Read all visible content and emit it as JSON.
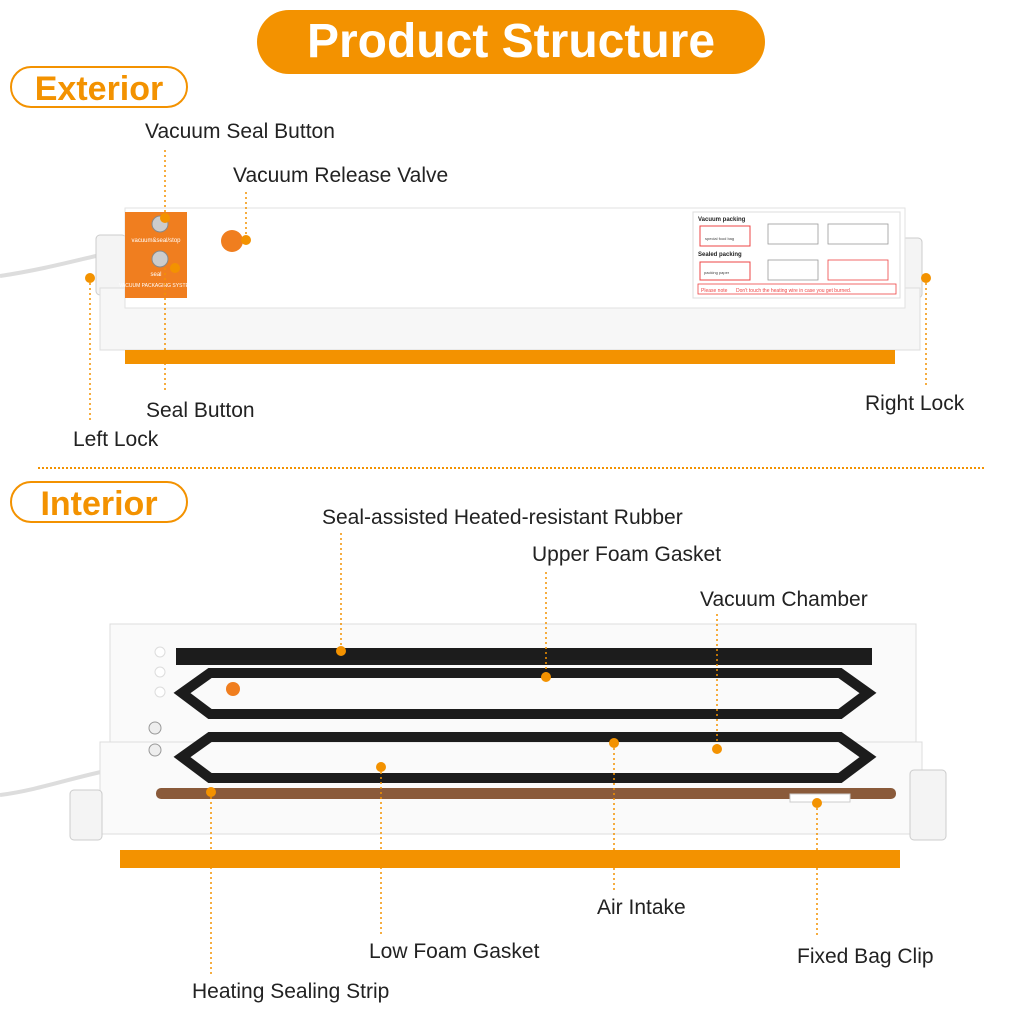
{
  "title": "Product Structure",
  "sections": {
    "exterior": "Exterior",
    "interior": "Interior"
  },
  "exterior_labels": {
    "vacuum_seal_button": "Vacuum Seal Button",
    "vacuum_release_valve": "Vacuum Release Valve",
    "seal_button": "Seal Button",
    "left_lock": "Left Lock",
    "right_lock": "Right Lock"
  },
  "interior_labels": {
    "seal_rubber": "Seal-assisted Heated-resistant Rubber",
    "upper_gasket": "Upper Foam Gasket",
    "vacuum_chamber": "Vacuum Chamber",
    "air_intake": "Air Intake",
    "low_gasket": "Low Foam Gasket",
    "fixed_bag_clip": "Fixed Bag Clip",
    "heating_strip": "Heating Sealing Strip"
  },
  "device_panel": {
    "button_1": "vacuum&seal/stop",
    "button_2": "seal",
    "system_name": "VACUUM PACKAGING SYSTEM"
  },
  "instruction_sticker": {
    "heading_1": "Vacuum packing",
    "heading_2": "Sealed packing",
    "bag_text": "special food bag",
    "paper_text": "packing paper",
    "note_label": "Please note",
    "note_text": "Don't touch the heating wire in case you get burned."
  },
  "colors": {
    "accent": "#f39200",
    "device_body": "#ffffff",
    "gasket": "#1c1c1c",
    "heating_strip": "#8a5a3a"
  }
}
